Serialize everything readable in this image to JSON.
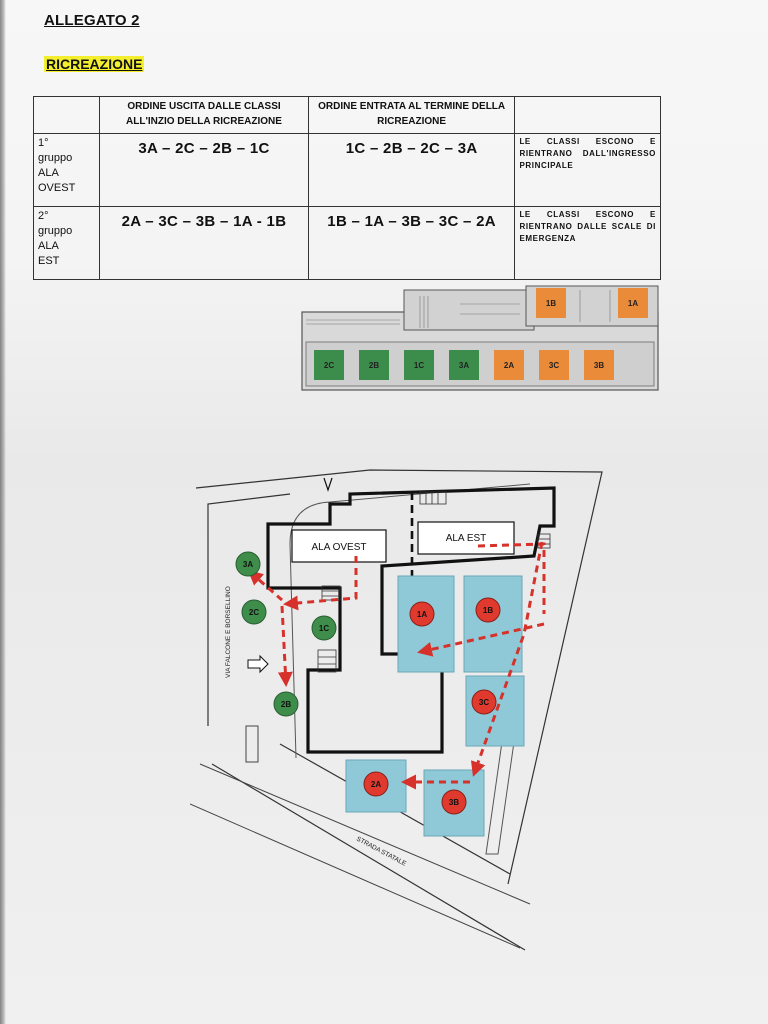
{
  "document": {
    "title": "ALLEGATO 2",
    "subtitle": "RICREAZIONE"
  },
  "table": {
    "headers": [
      "",
      "ORDINE USCITA DALLE CLASSI ALL'INZIO DELLA RICREAZIONE",
      "ORDINE ENTRATA AL TERMINE DELLA RICREAZIONE",
      ""
    ],
    "rows": [
      {
        "group": [
          "1°",
          "gruppo",
          "ALA",
          "OVEST"
        ],
        "exit_order": "3A – 2C – 2B – 1C",
        "entry_order": "1C – 2B – 2C – 3A",
        "note": "LE CLASSI ESCONO E RIENTRANO DALL'INGRESSO PRINCIPALE"
      },
      {
        "group": [
          "2°",
          "gruppo",
          "ALA",
          "EST"
        ],
        "exit_order": "2A – 3C – 3B – 1A - 1B",
        "entry_order": "1B – 1A – 3B – 3C – 2A",
        "note": "LE CLASSI ESCONO E RIENTRANO DALLE SCALE DI EMERGENZA"
      }
    ]
  },
  "floor_plan": {
    "rooms": [
      "2C",
      "2B",
      "1C",
      "3A",
      "2A",
      "3C",
      "3B",
      "1B",
      "1A"
    ],
    "colors": {
      "ovest": "#3c8c4c",
      "est": "#ea8b3a"
    }
  },
  "site_map": {
    "labels": {
      "ala_ovest": "ALA OVEST",
      "ala_est": "ALA EST",
      "via": "VIA FALCONE E BORSELLINO",
      "strada": "STRADA STATALE"
    },
    "ovest_points": [
      "3A",
      "2C",
      "1C",
      "2B"
    ],
    "est_points": [
      "1A",
      "1B",
      "3C",
      "2A",
      "3B"
    ],
    "colors": {
      "green": "#3f8d4a",
      "red": "#e03a2f",
      "zone": "#8fc9d7",
      "arrow": "#d6312a"
    }
  }
}
